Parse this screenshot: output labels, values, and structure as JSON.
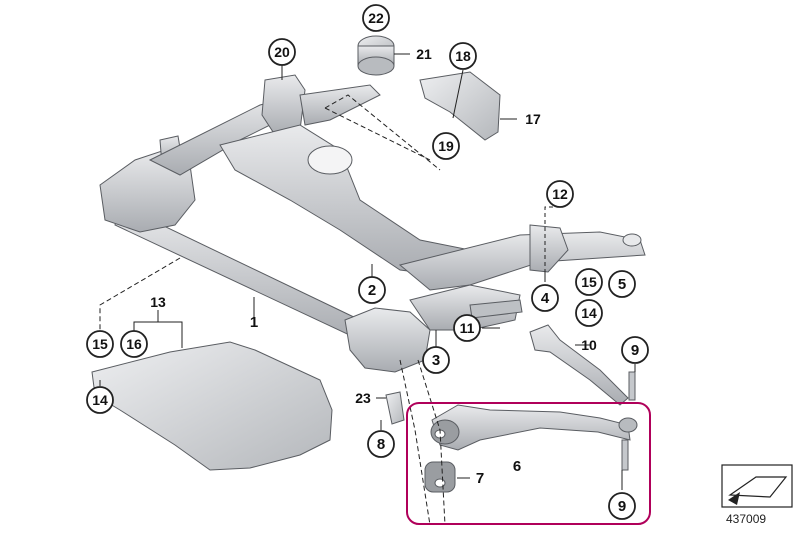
{
  "diagram": {
    "document_number": "437009",
    "callouts": [
      {
        "id": "c20",
        "number": "20",
        "circled": true
      },
      {
        "id": "c22",
        "number": "22",
        "circled": true
      },
      {
        "id": "c21",
        "number": "21",
        "circled": false
      },
      {
        "id": "c18",
        "number": "18",
        "circled": true
      },
      {
        "id": "c17",
        "number": "17",
        "circled": false
      },
      {
        "id": "c19",
        "number": "19",
        "circled": true
      },
      {
        "id": "c12",
        "number": "12",
        "circled": true
      },
      {
        "id": "c2",
        "number": "2",
        "circled": true
      },
      {
        "id": "c15a",
        "number": "15",
        "circled": true
      },
      {
        "id": "c5",
        "number": "5",
        "circled": true
      },
      {
        "id": "c4",
        "number": "4",
        "circled": true
      },
      {
        "id": "c14a",
        "number": "14",
        "circled": true
      },
      {
        "id": "c13",
        "number": "13",
        "circled": false
      },
      {
        "id": "c1",
        "number": "1",
        "circled": false
      },
      {
        "id": "c15b",
        "number": "15",
        "circled": true
      },
      {
        "id": "c16",
        "number": "16",
        "circled": true
      },
      {
        "id": "c11",
        "number": "11",
        "circled": true
      },
      {
        "id": "c10",
        "number": "10",
        "circled": false
      },
      {
        "id": "c9a",
        "number": "9",
        "circled": true
      },
      {
        "id": "c3",
        "number": "3",
        "circled": true
      },
      {
        "id": "c14b",
        "number": "14",
        "circled": true
      },
      {
        "id": "c23",
        "number": "23",
        "circled": false
      },
      {
        "id": "c8",
        "number": "8",
        "circled": true
      },
      {
        "id": "c6",
        "number": "6",
        "circled": false
      },
      {
        "id": "c7",
        "number": "7",
        "circled": false
      },
      {
        "id": "c9b",
        "number": "9",
        "circled": true
      }
    ],
    "colors": {
      "part_fill": "#cfd1d4",
      "part_light": "#e6e7e9",
      "part_dark": "#8f9297",
      "outline": "#5a5d62",
      "line": "#222222",
      "highlight_box": "#b0005a"
    }
  }
}
